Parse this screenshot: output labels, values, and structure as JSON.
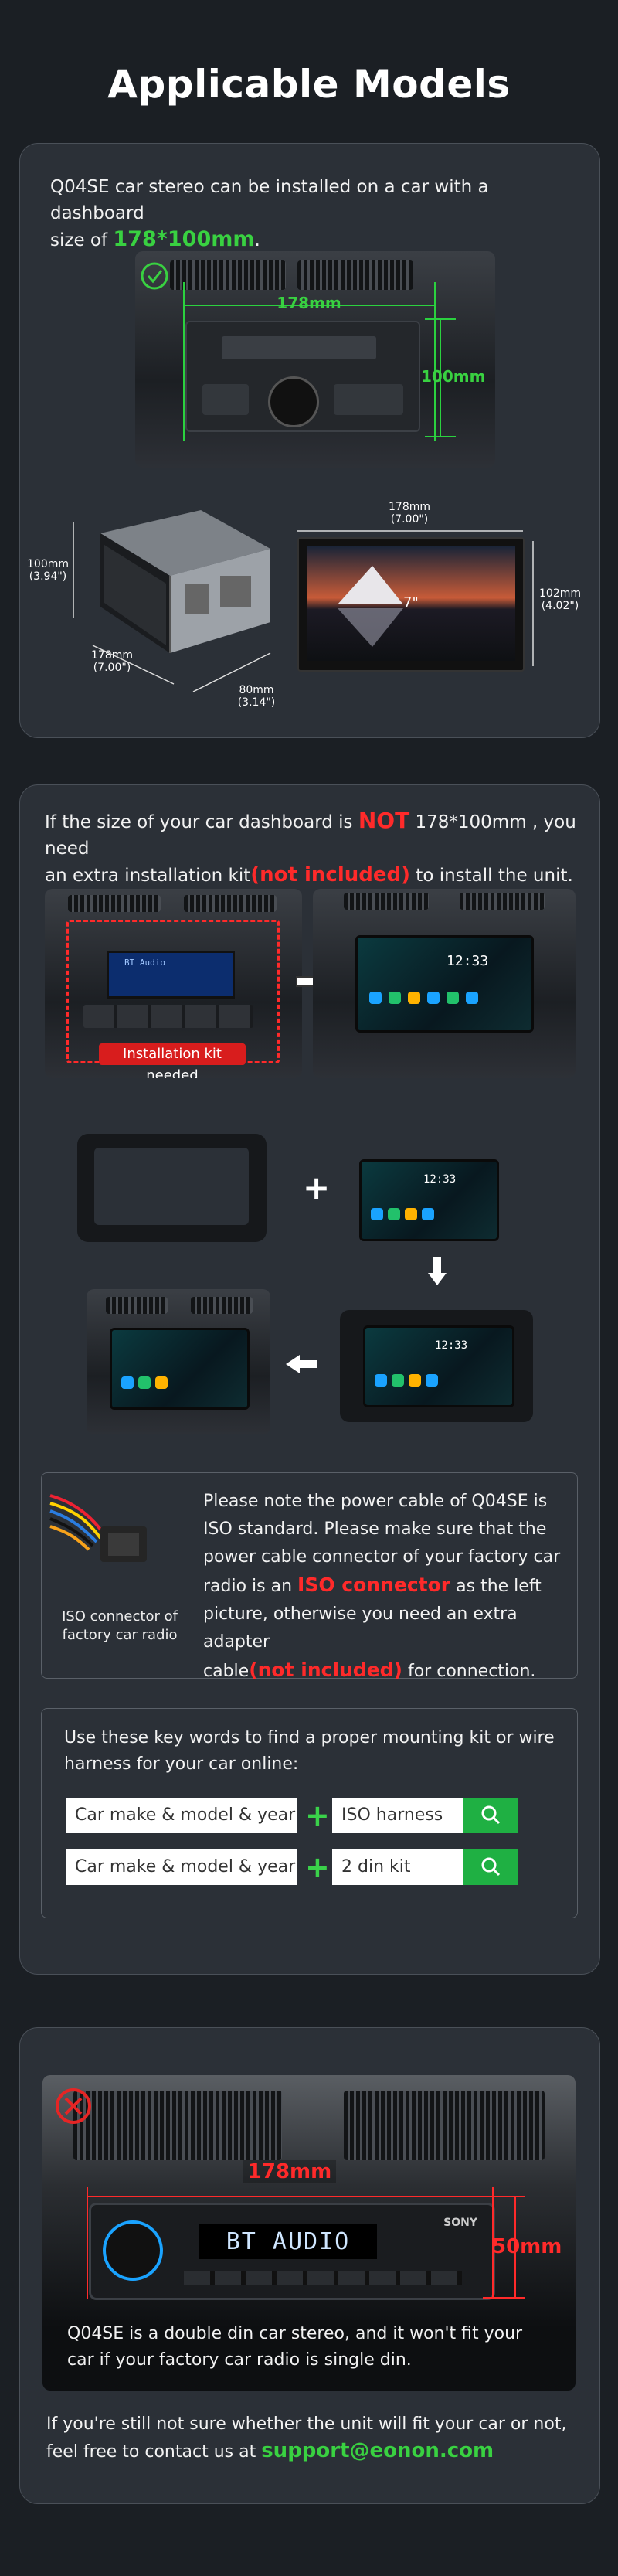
{
  "page": {
    "title": "Applicable Models"
  },
  "section1": {
    "text_a": "Q04SE car stereo can be installed on a car with a dashboard",
    "text_b": "size of ",
    "size": "178*100mm",
    "text_c": ".",
    "photo_width_label": "178mm",
    "photo_height_label": "100mm",
    "unit_height_label": "100mm\n(3.94\")",
    "unit_length_label": "178mm\n(7.00\")",
    "unit_depth_label": "80mm\n(3.14\")",
    "screen_width_label": "178mm\n(7.00\")",
    "screen_height_label": "102mm\n(4.02\")",
    "screen_size_label": "7\""
  },
  "section2": {
    "text_a": "If the size of your car dashboard is ",
    "not_word": "NOT",
    "text_b": " 178*100mm , you need",
    "text_c": "an extra installation kit",
    "not_included": "(not included)",
    "text_d": " to install the unit.",
    "kit_badge": "Installation kit needed",
    "radio_display": "BT Audio",
    "clock": "12:33",
    "iso": {
      "caption": "ISO connector of\nfactory car radio",
      "line1": "Please note the power cable of Q04SE is",
      "line2": "ISO standard. Please make sure that the",
      "line3": "power cable connector of your factory car",
      "line4a": "radio is an ",
      "line4_iso": "ISO connector",
      "line4b": " as the left",
      "line5": "picture, otherwise you need an extra adapter",
      "line6a": "cable",
      "line6_ni": "(not included)",
      "line6b": " for connection."
    },
    "search": {
      "intro_a": "Use these key words to find a proper mounting kit or wire",
      "intro_b": "harness for your car online:",
      "row1_left": "Car make & model & year",
      "row1_right": "ISO harness",
      "row2_left": "Car make & model & year",
      "row2_right": "2 din kit",
      "plus": "+"
    }
  },
  "section3": {
    "width_label": "178mm",
    "height_label": "50mm",
    "radio_display": "BT AUDIO",
    "brand": "SONY",
    "caption_a": "Q04SE is a double din car stereo, and it won't fit your",
    "caption_b": "car if your factory car radio is single din.",
    "footer_a": "If you're still not sure whether the unit will fit your car or not,",
    "footer_b": "feel free to contact us at ",
    "email": "support@eonon.com"
  },
  "colors": {
    "accent_green": "#39d141",
    "accent_red": "#ff2a2a",
    "panel": "#2b3037",
    "background": "#1b1f24"
  }
}
